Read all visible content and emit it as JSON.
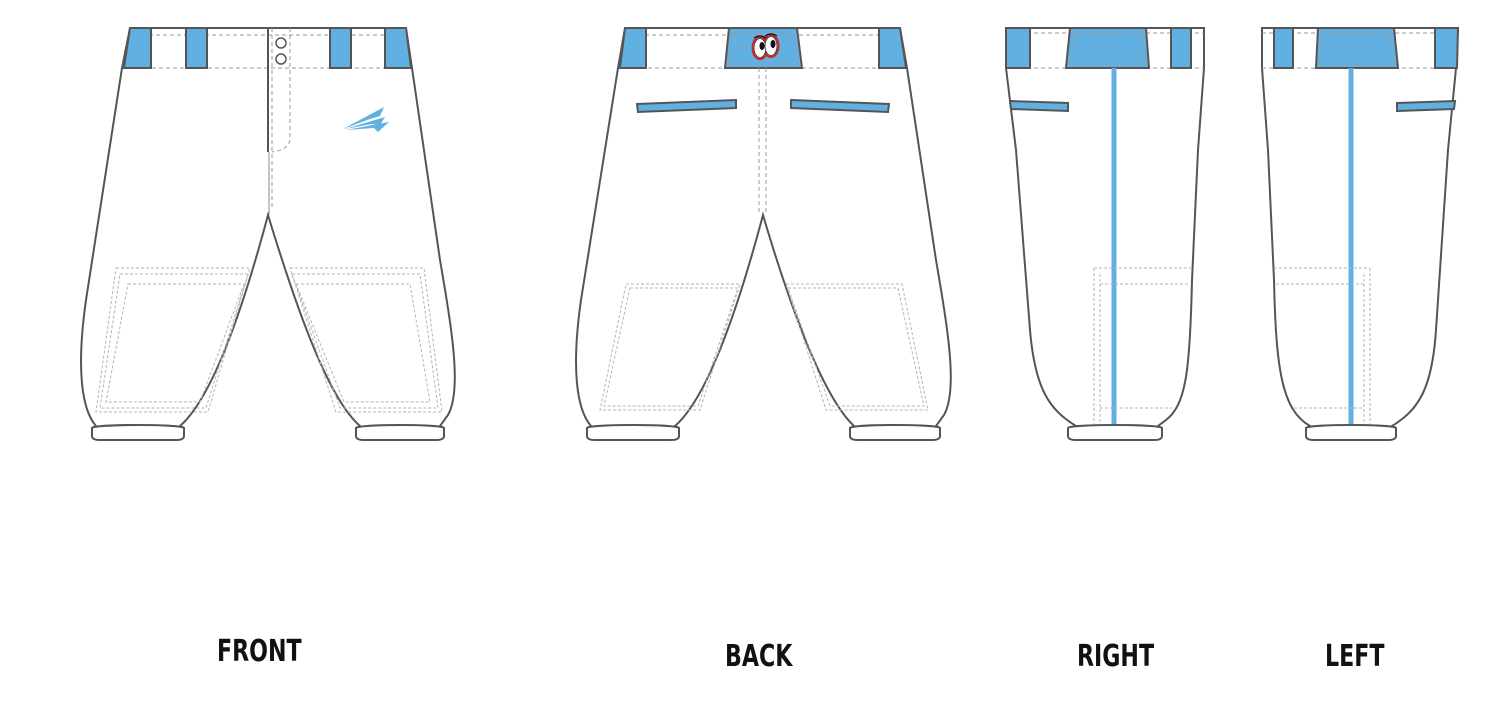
{
  "views": [
    {
      "id": "front",
      "label": "FRONT"
    },
    {
      "id": "back",
      "label": "BACK"
    },
    {
      "id": "right",
      "label": "RIGHT"
    },
    {
      "id": "left",
      "label": "LEFT"
    }
  ],
  "colors": {
    "accent": "#62b0e2",
    "outline": "#555555",
    "base": "#ffffff",
    "stitch": "#999999",
    "logo_outline": "#d42020"
  },
  "elements": {
    "front_logo": "arrow-logo",
    "back_logo": "cartoon-eyes-logo"
  }
}
